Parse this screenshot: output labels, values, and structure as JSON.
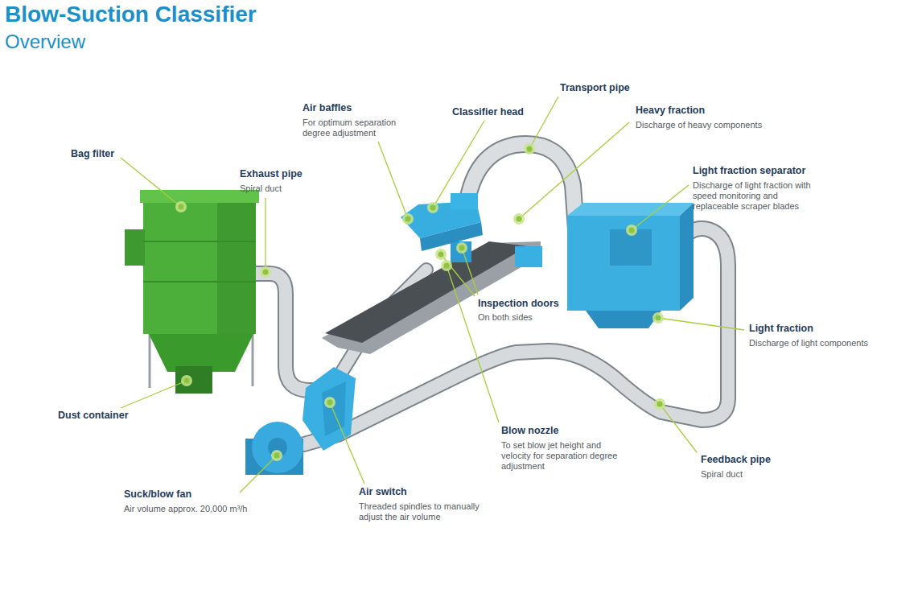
{
  "diagram": {
    "title": "Blow-Suction Classifier",
    "labels": [
      "Overview",
      "Bag filter",
      "Exhaust pipe",
      "Spiral duct",
      "Air baffles",
      "For optimum separation degree adjustment",
      "Classifier head",
      "Transport pipe",
      "Heavy fraction",
      "Discharge of heavy components",
      "Light fraction separator",
      "Discharge of light fraction with speed monitoring and replaceable scraper blades",
      "Inspection doors",
      "On both sides",
      "Light fraction",
      "Discharge of light components",
      "Dust container",
      "Blow nozzle",
      "To set blow jet height and velocity for separation degree adjustment",
      "Feedback pipe",
      "Spiral duct",
      "Suck/blow fan",
      "Air volume approx. 20,000 m³/h",
      "Air switch",
      "Threaded spindles to manually adjust the air volume"
    ]
  }
}
